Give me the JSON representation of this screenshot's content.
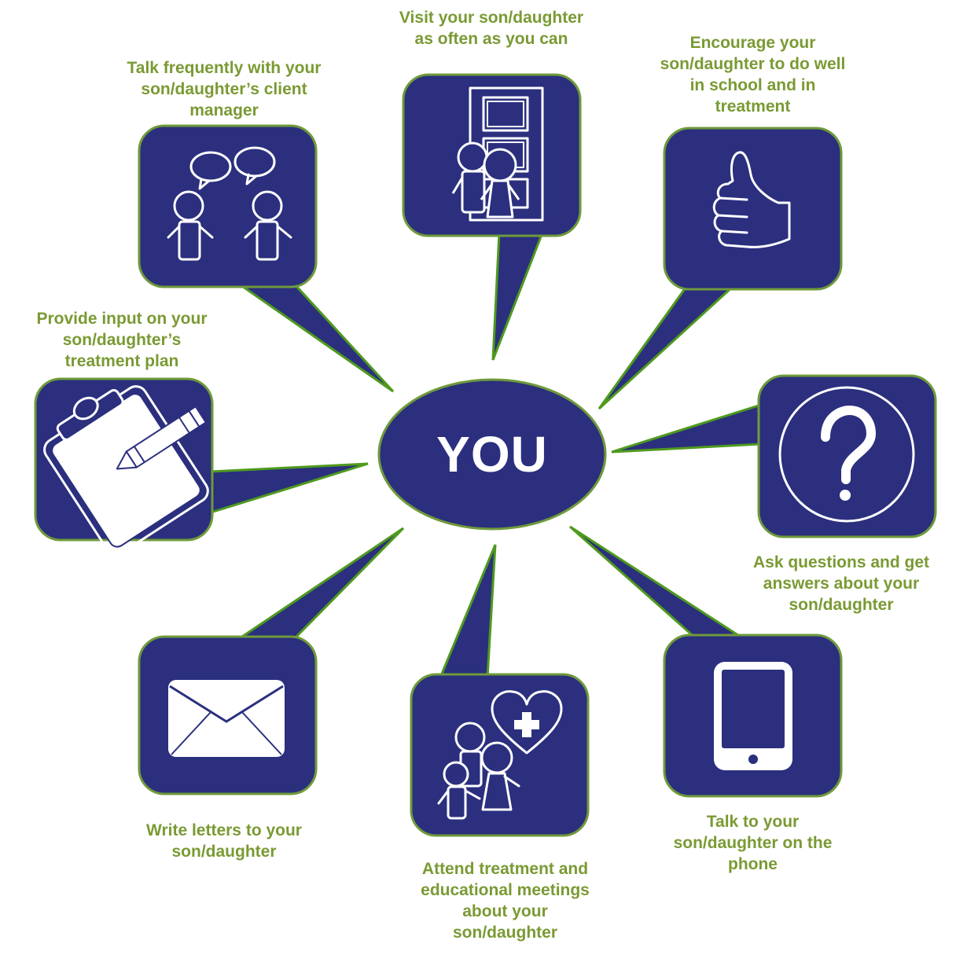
{
  "colors": {
    "navy": "#2b2f7e",
    "green": "#7a9a33",
    "green_bright": "#4f9a1e",
    "border": "#6f9a3a",
    "white": "#ffffff"
  },
  "center": {
    "label": "YOU"
  },
  "items": [
    {
      "id": "talk-manager",
      "label": "Talk frequently with your\nson/daughter’s client\nmanager",
      "icon": "two-people-talking-icon"
    },
    {
      "id": "visit",
      "label": "Visit your son/daughter\nas often as you can",
      "icon": "visit-door-icon"
    },
    {
      "id": "encourage",
      "label": "Encourage your\nson/daughter to do well\nin school and in\ntreatment",
      "icon": "thumbs-up-icon"
    },
    {
      "id": "input-plan",
      "label": "Provide input on your\nson/daughter’s\ntreatment plan",
      "icon": "clipboard-pencil-icon"
    },
    {
      "id": "ask-questions",
      "label": "Ask questions and get\nanswers about your\nson/daughter",
      "icon": "question-mark-icon"
    },
    {
      "id": "write-letters",
      "label": "Write letters to your\nson/daughter",
      "icon": "envelope-icon"
    },
    {
      "id": "attend-meetings",
      "label": "Attend treatment and\neducational meetings\nabout your\nson/daughter",
      "icon": "family-medical-icon"
    },
    {
      "id": "phone",
      "label": "Talk to your\nson/daughter on the\nphone",
      "icon": "phone-icon"
    }
  ]
}
